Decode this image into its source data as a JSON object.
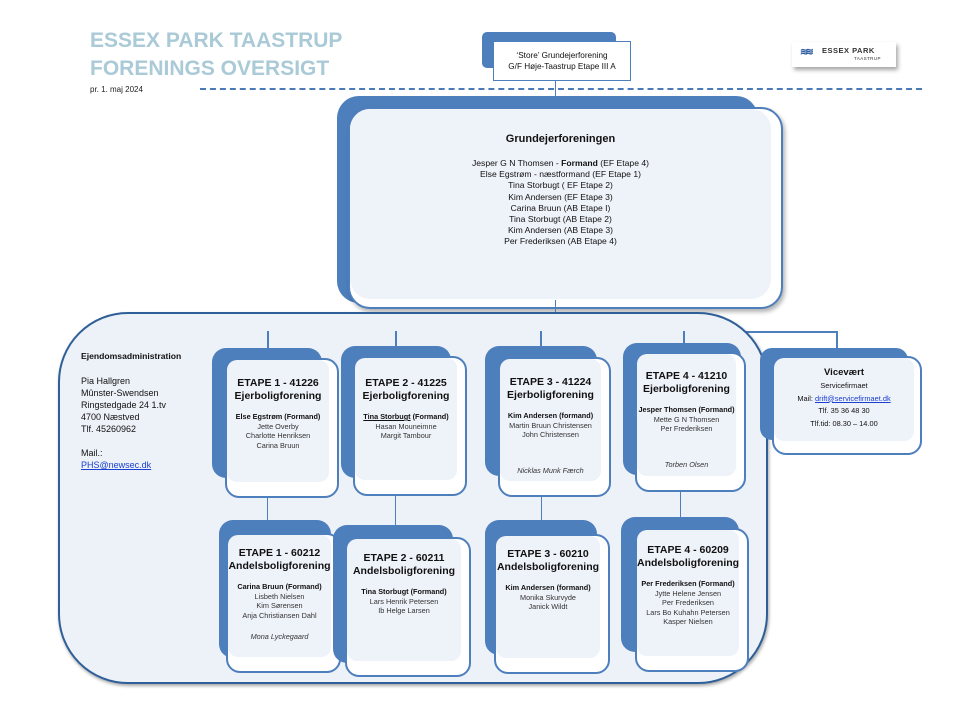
{
  "header": {
    "title_line1": "ESSEX PARK TAASTRUP",
    "title_line2": "FORENINGS OVERSIGT",
    "date": "pr.  1. maj 2024",
    "logo_text": "ESSEX PARK",
    "logo_sub": "TAASTRUP"
  },
  "store": {
    "line1": "‘Store’ Grundejerforening",
    "line2": "G/F Høje-Taastrup Etape III A"
  },
  "grundejer": {
    "title": "Grundejerforeningen",
    "members": [
      {
        "name": "Jesper G N Thomsen - ",
        "role": "Formand",
        "note": "  (EF Etape 4)"
      },
      {
        "name": "Else Egstrøm - næstformand  (EF Etape 1)",
        "role": "",
        "note": ""
      },
      {
        "name": "Tina Storbugt  ( EF Etape 2)",
        "role": "",
        "note": ""
      },
      {
        "name": "Kim Andersen   (EF Etape 3)",
        "role": "",
        "note": ""
      },
      {
        "name": "Carina Bruun  (AB Etape I)",
        "role": "",
        "note": ""
      },
      {
        "name": "Tina Storbugt  (AB Etape 2)",
        "role": "",
        "note": ""
      },
      {
        "name": "Kim Andersen  (AB Etape 3)",
        "role": "",
        "note": ""
      },
      {
        "name": "Per Frederiksen  (AB Etape 4)",
        "role": "",
        "note": ""
      }
    ]
  },
  "admin": {
    "title": "Ejendomsadministration",
    "lines": [
      "Pia Hallgren",
      "Mûnster-Swendsen",
      "Ringstedgade 24  1.tv",
      "4700 Næstved",
      "Tlf. 45260962"
    ],
    "mail_label": "Mail.:",
    "mail": "PHS@newsec.dk"
  },
  "ejer": [
    {
      "title": "ETAPE 1 - 41226",
      "sub": "Ejerboligforening",
      "chair": "Else Egstrøm (Formand)",
      "members": [
        "Jette Overby",
        "Charlotte Henriksen",
        "Carina Bruun"
      ],
      "extra": ""
    },
    {
      "title": "ETAPE 2 - 41225",
      "sub": "Ejerboligforening",
      "chair": "Tina Storbugt",
      "chair_suffix": " (Formand)",
      "members": [
        "Hasan Mouneimne",
        "Margit Tambour"
      ],
      "extra": ""
    },
    {
      "title": "ETAPE 3 - 41224",
      "sub": "Ejerboligforening",
      "chair": "Kim Andersen (formand)",
      "members": [
        "Martin Bruun Christensen",
        "John Christensen"
      ],
      "extra": "Nicklas Munk Færch"
    },
    {
      "title": "ETAPE 4 - 41210",
      "sub": "Ejerboligforening",
      "chair": "Jesper Thomsen (Formand)",
      "members": [
        "Mette G N Thomsen",
        "Per Frederiksen"
      ],
      "extra": "Torben Olsen"
    }
  ],
  "andel": [
    {
      "title": "ETAPE 1 - 60212",
      "sub": "Andelsboligforening",
      "chair": "Carina Bruun (Formand)",
      "members": [
        "Lisbeth Nielsen",
        "Kim Sørensen",
        "Anja Christiansen Dahl"
      ],
      "extra": "Mona Lyckegaard"
    },
    {
      "title": "ETAPE 2 - 60211",
      "sub": "Andelsboligforening",
      "chair": "Tina Storbugt (Formand)",
      "members": [
        "Lars Henrik Petersen",
        "Ib Helge Larsen"
      ],
      "extra": ""
    },
    {
      "title": "ETAPE 3 - 60210",
      "sub": "Andelsboligforening",
      "chair": "Kim  Andersen (formand)",
      "members": [
        "Monika Skurvyde",
        "Janick Wildt"
      ],
      "extra": ""
    },
    {
      "title": "ETAPE 4 - 60209",
      "sub": "Andelsboligforening",
      "chair": "Per Frederiksen (Formand)",
      "members": [
        "Jytte Helene Jensen",
        "Per Frederiksen",
        "Lars Bo Kuhahn  Petersen",
        "Kasper Nielsen"
      ],
      "extra": ""
    }
  ],
  "vicevaert": {
    "title": "Vicevært",
    "company": "Servicefirmaet",
    "mail_label": "Mail: ",
    "mail": "drift@servicefirmaet.dk",
    "phone": "Tlf. 35 36 48 30",
    "hours": "Tlf.tid:  08.30 – 14.00"
  }
}
